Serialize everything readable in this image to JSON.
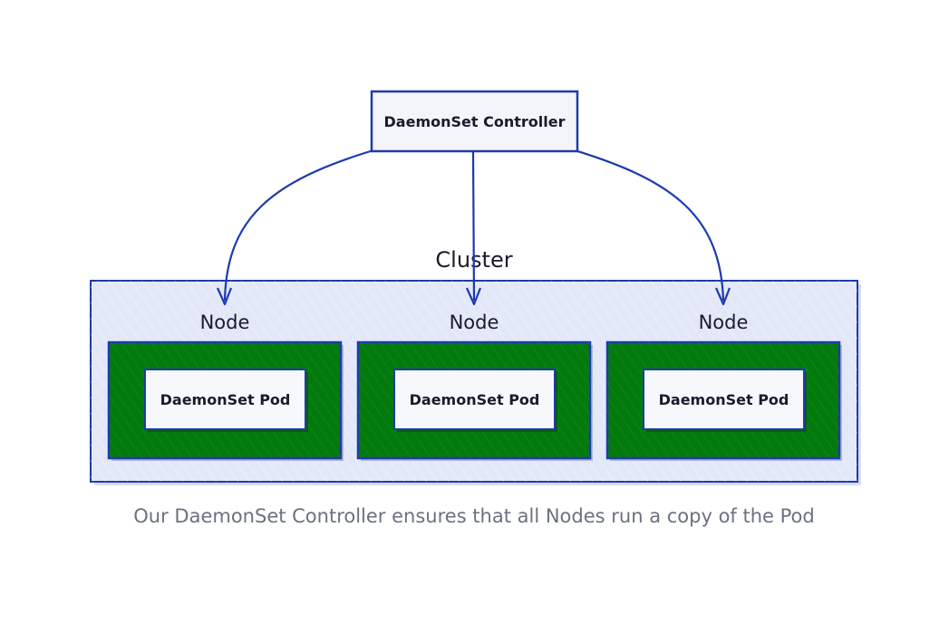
{
  "controller": {
    "label": "DaemonSet Controller"
  },
  "cluster": {
    "label": "Cluster",
    "nodes": [
      {
        "label": "Node",
        "pod_label": "DaemonSet Pod"
      },
      {
        "label": "Node",
        "pod_label": "DaemonSet Pod"
      },
      {
        "label": "Node",
        "pod_label": "DaemonSet Pod"
      }
    ]
  },
  "caption": "Our DaemonSet Controller ensures that all Nodes run a copy of the Pod",
  "colors": {
    "stroke": "#1e3aad",
    "box_fill": "#f4f5fb",
    "cluster_fill": "#e3e8f8",
    "node_fill": "#047a0e",
    "pod_fill": "#f7f8fc",
    "label_text": "#1a1a2e",
    "caption_text": "#6b7180",
    "shadow": "#9aa0b8"
  },
  "icons": {
    "arrow_head": "arrow-head-icon"
  }
}
